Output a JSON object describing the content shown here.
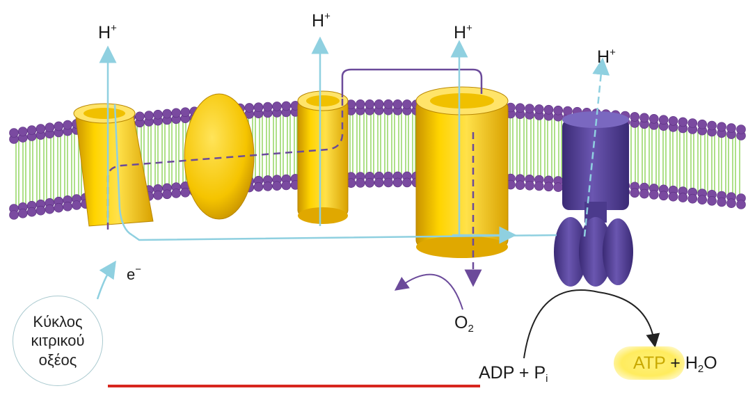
{
  "labels": {
    "h_plus": "H",
    "plus_sign": "+",
    "electron": "e",
    "electron_charge": "−",
    "oxygen": "O",
    "oxygen_subscript": "2",
    "adp_pi": "ADP + P",
    "pi_subscript": "i",
    "atp": "ATP",
    "water": "+ H",
    "water_subscript": "2",
    "water_tail": "O"
  },
  "citric_cycle": {
    "line1": "Κύκλος",
    "line2": "κιτρικού",
    "line3": "οξέος"
  },
  "colors": {
    "protein_yellow": "#f5c400",
    "atp_synthase_purple": "#4b3a8c",
    "lipid_head": "#7a4aa0",
    "lipid_tail": "#8fd35a",
    "proton_arrow": "#8fd0e0",
    "electron_path": "#6b4a9a",
    "underline": "#d7261e"
  }
}
